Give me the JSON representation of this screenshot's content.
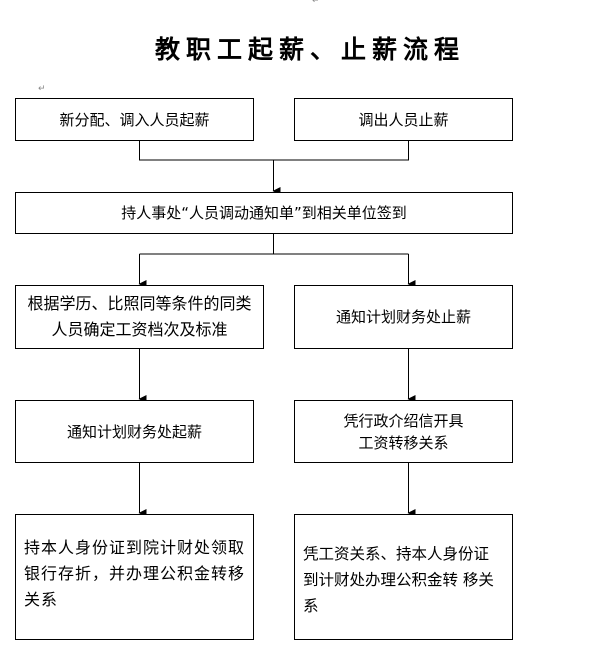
{
  "title": "教职工起薪、止薪流程",
  "boxes": {
    "new_hire_start": "新分配、调入人员起薪",
    "transfer_out_stop": "调出人员止薪",
    "sign_in": "持人事处“人员调动通知单”到相关单位签到",
    "determine_salary": "根据学历、比照同等条件的同类人员确定工资档次及标准",
    "notify_finance_stop": "通知计划财务处止薪",
    "notify_finance_start": "通知计划财务处起薪",
    "letter_transfer_line1": "凭行政介绍信开具",
    "letter_transfer_line2": "工资转移关系",
    "bank_book": "持本人身份证到院计财处领取银行存折，并办理公积金转移关系",
    "fund_transfer": "凭工资关系、持本人身份证到计财处办理公积金转 移关 系"
  }
}
